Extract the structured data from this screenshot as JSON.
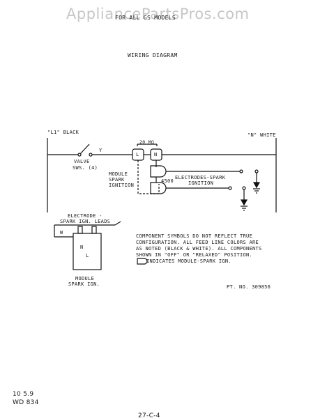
{
  "watermark": "AppliancePartsPros.com",
  "header": "FOR ALL GS MODELS",
  "title": "WIRING DIAGRAM",
  "line_left_label": "\"L1\" BLACK",
  "line_right_label": "\"N\" WHITE",
  "switch_label_y": "Y",
  "valve_label": "VALVE",
  "valve_sub": "SWS. (4)",
  "resistor_label": "20 MΩ",
  "terminal_l": "L",
  "terminal_n": "N",
  "module_label": [
    "MODULE",
    "SPARK",
    "IGNITION"
  ],
  "label_4500": "4500",
  "electrodes_label": [
    "ELECTRODES-SPARK",
    "IGNITION"
  ],
  "electrode_leads_label": [
    "ELECTRODE -",
    "SPARK IGN. LEADS"
  ],
  "small_module_letters": {
    "w": "W",
    "n": "N",
    "l": "L"
  },
  "small_module_caption": [
    "MODULE",
    "SPARK IGN."
  ],
  "notes": [
    "COMPONENT SYMBOLS DO NOT REFLECT TRUE",
    "CONFIGURATION.  ALL FEED LINE COLORS ARE",
    "AS NOTED (BLACK & WHITE).  ALL COMPONENTS",
    "SHOWN IN \"OFF\" OR \"RELAXED\" POSITION.",
    "INDICATES MODULE-SPARK IGN."
  ],
  "part_number": "PT. NO. 309856",
  "footer_left": [
    "10 5.9",
    "WD 834"
  ],
  "footer_bottom": "27-C-4"
}
